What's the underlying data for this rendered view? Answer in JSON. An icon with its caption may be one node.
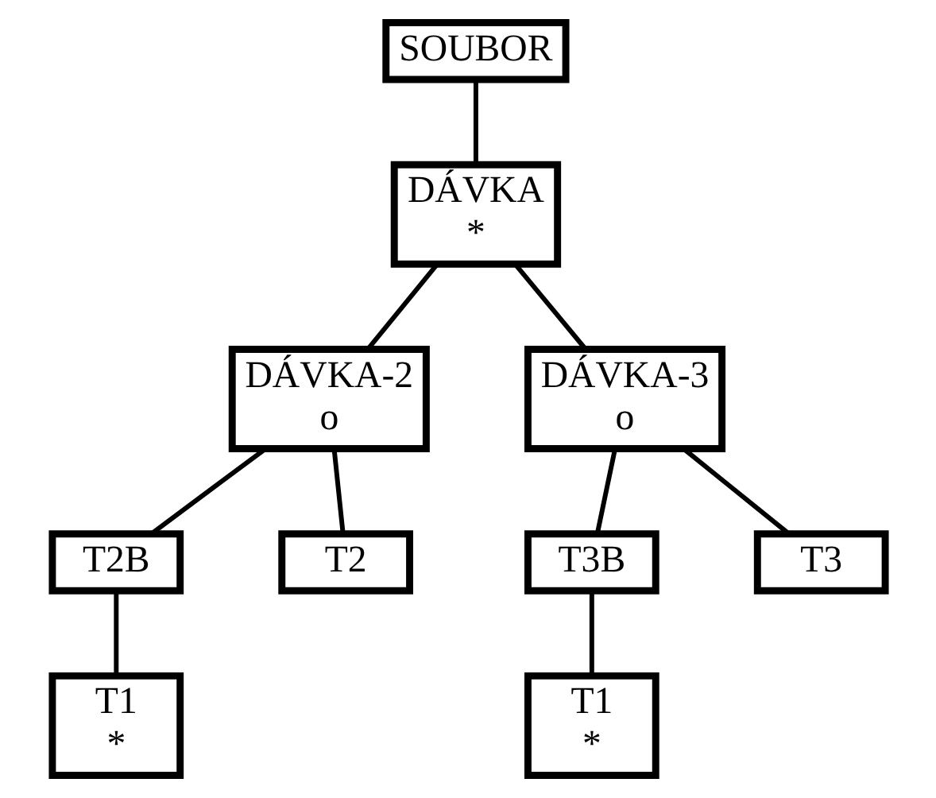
{
  "diagram": {
    "nodes": [
      {
        "text": [
          "SOUBOR"
        ]
      },
      {
        "text": [
          "DÁVKA",
          "*"
        ]
      },
      {
        "text": [
          "DÁVKA-2",
          "o"
        ]
      },
      {
        "text": [
          "DÁVKA-3",
          "o"
        ]
      },
      {
        "text": [
          "T2B"
        ]
      },
      {
        "text": [
          "T2"
        ]
      },
      {
        "text": [
          "T3B"
        ]
      },
      {
        "text": [
          "T3"
        ]
      },
      {
        "text": [
          "T1",
          "*"
        ]
      },
      {
        "text": [
          "T1",
          "*"
        ]
      }
    ],
    "edges": [
      {
        "from": 0,
        "to": 1,
        "arrow": "none"
      },
      {
        "from": 1,
        "to": 2,
        "arrow": "none"
      },
      {
        "from": 1,
        "to": 3,
        "arrow": "none"
      },
      {
        "from": 2,
        "to": 4,
        "arrow": "none"
      },
      {
        "from": 2,
        "to": 5,
        "arrow": "none"
      },
      {
        "from": 3,
        "to": 6,
        "arrow": "none"
      },
      {
        "from": 3,
        "to": 7,
        "arrow": "none"
      },
      {
        "from": 4,
        "to": 8,
        "arrow": "none"
      },
      {
        "from": 6,
        "to": 9,
        "arrow": "none"
      }
    ]
  }
}
